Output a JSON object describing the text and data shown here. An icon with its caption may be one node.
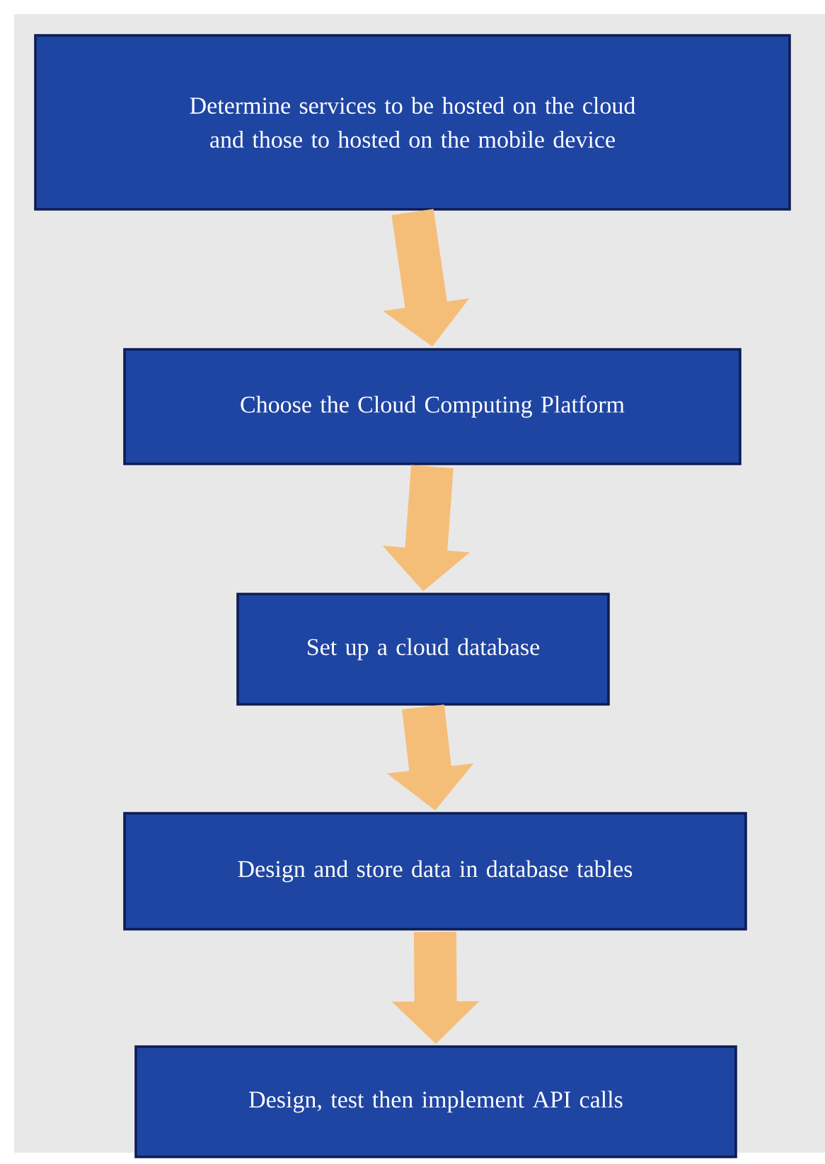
{
  "diagram": {
    "nodes": [
      {
        "text": [
          "Determine services to be hosted on the cloud and those to hosted on the mobile device"
        ]
      },
      {
        "text": [
          "Choose the Cloud Computing Platform"
        ]
      },
      {
        "text": [
          "Set up a cloud database"
        ]
      },
      {
        "text": [
          "Design and store data in database tables"
        ]
      },
      {
        "text": [
          "Design, test then implement API calls"
        ]
      }
    ],
    "edges": [
      {
        "from": 0,
        "to": 1,
        "arrow": "to"
      },
      {
        "from": 1,
        "to": 2,
        "arrow": "to"
      },
      {
        "from": 2,
        "to": 3,
        "arrow": "to"
      },
      {
        "from": 3,
        "to": 4,
        "arrow": "to"
      }
    ]
  }
}
